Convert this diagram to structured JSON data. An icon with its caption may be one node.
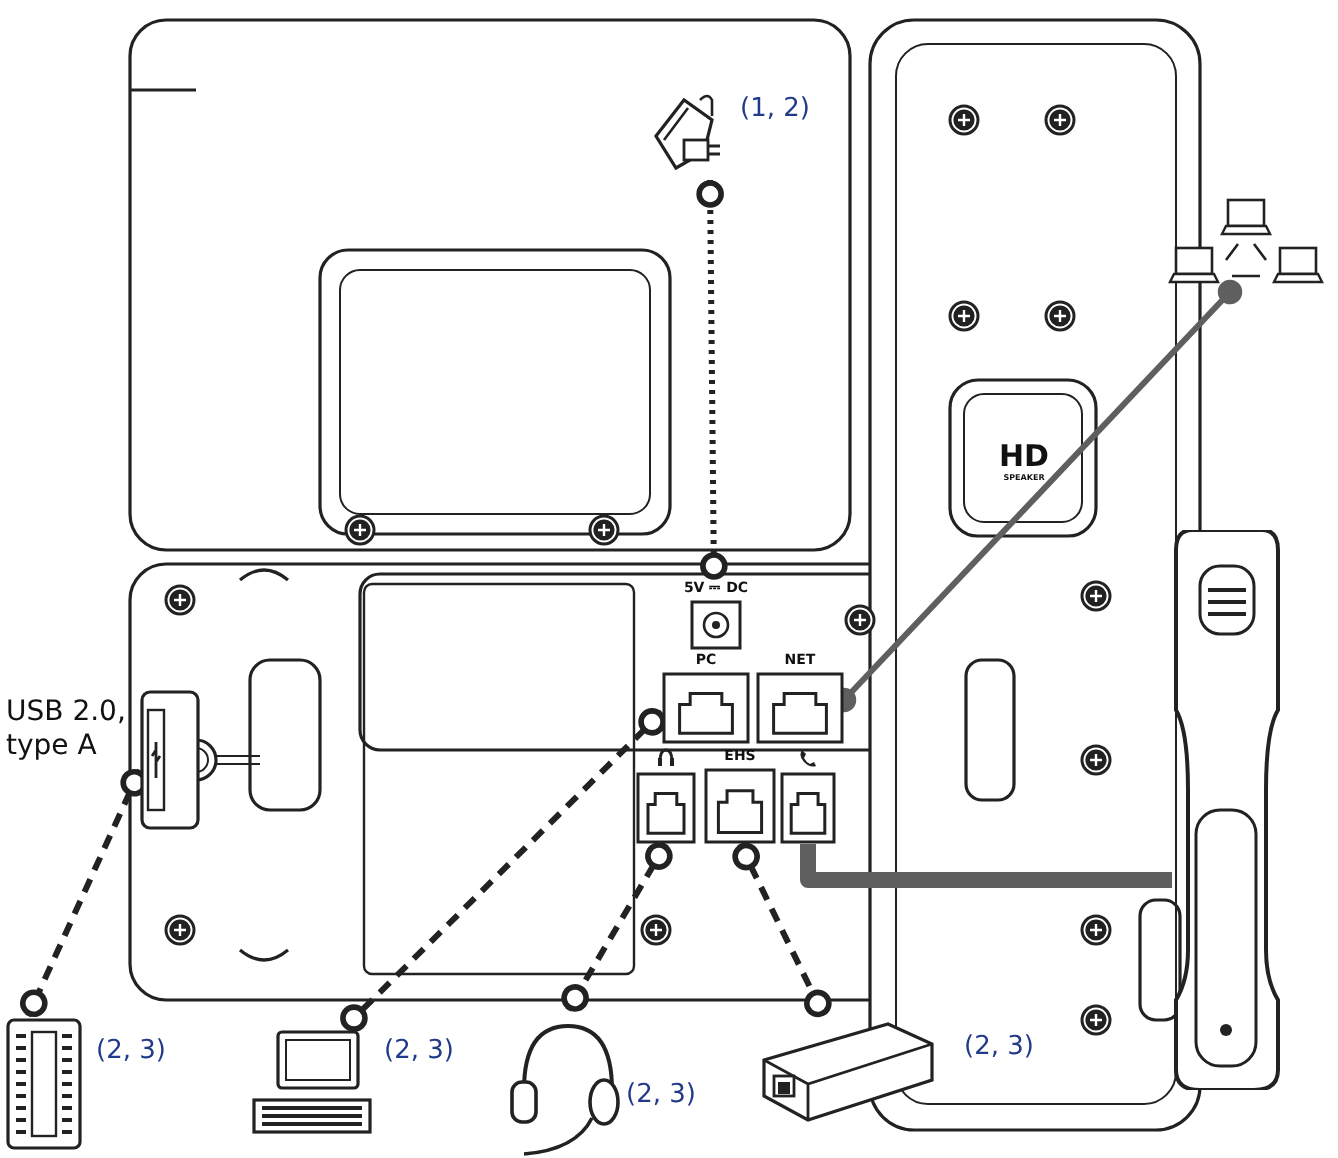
{
  "diagram": {
    "nodes": [
      {
        "text": [],
        "shape": "picture",
        "beside": [
          "(1, 2)"
        ]
      },
      {
        "text": [],
        "shape": "picture"
      },
      {
        "text": [
          "5V ⎓ DC"
        ]
      },
      {
        "text": [
          "PC"
        ]
      },
      {
        "text": [
          "NET"
        ]
      },
      {
        "text": [],
        "shape": "box",
        "beside": [
          "USB 2.0, type A"
        ]
      },
      {
        "text": [],
        "shape": "box"
      },
      {
        "text": [
          "EHS"
        ]
      },
      {
        "text": [],
        "shape": "box"
      },
      {
        "text": [],
        "shape": "picture"
      },
      {
        "text": [],
        "shape": "picture",
        "beside": [
          "(2, 3)"
        ]
      },
      {
        "text": [],
        "shape": "picture",
        "beside": [
          "(2, 3)"
        ]
      },
      {
        "text": [],
        "shape": "picture",
        "beside": [
          "(2, 3)"
        ]
      },
      {
        "text": [],
        "shape": "picture",
        "beside": [
          "(2, 3)"
        ]
      }
    ],
    "edges": [
      {
        "from": 0,
        "to": 2,
        "arrow": "other",
        "style": "dashed"
      },
      {
        "from": 1,
        "to": 4,
        "arrow": "other",
        "color": "#5f5f5f"
      },
      {
        "from": 5,
        "to": 10,
        "arrow": "other",
        "style": "dashed"
      },
      {
        "from": 3,
        "to": 11,
        "arrow": "other",
        "style": "dashed"
      },
      {
        "from": 6,
        "to": 12,
        "arrow": "other",
        "style": "dashed"
      },
      {
        "from": 7,
        "to": 13,
        "arrow": "other",
        "style": "dashed"
      },
      {
        "from": 8,
        "to": 9,
        "arrow": "none",
        "style": "thick",
        "color": "#5f5f5f"
      }
    ],
    "labels": [
      "HD",
      "SPEAKER"
    ]
  }
}
